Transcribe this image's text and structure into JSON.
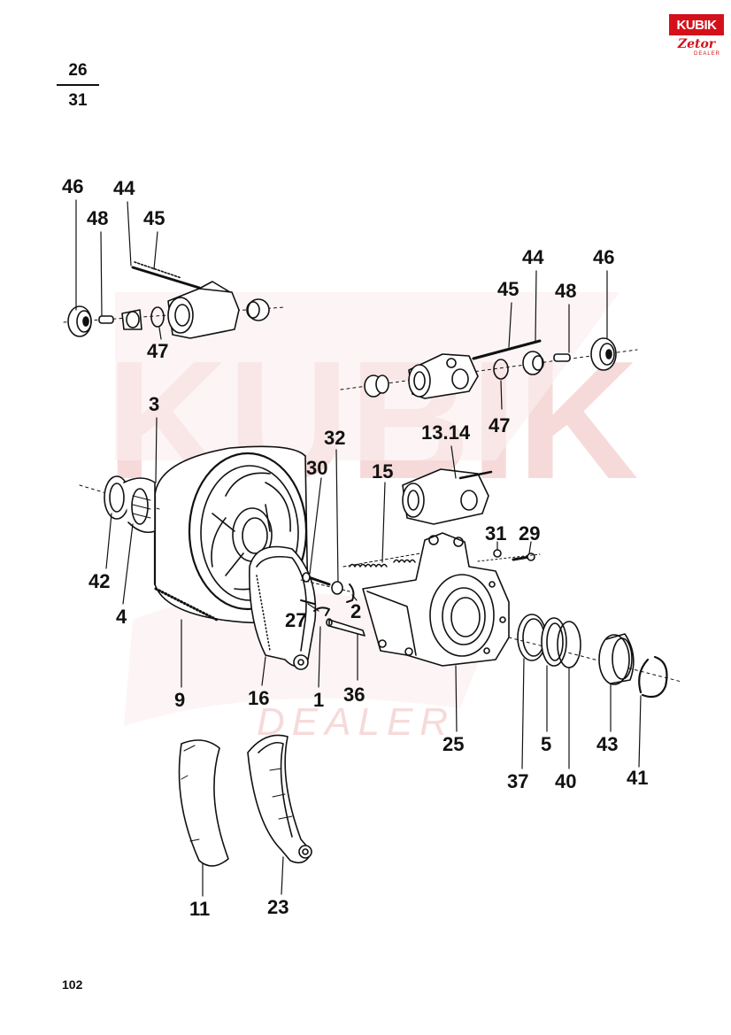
{
  "figure": {
    "ref_numerator": "26",
    "ref_denominator": "31",
    "page_number": "102"
  },
  "logo": {
    "top_text": "KUBIK",
    "bottom_text": "Zetor",
    "sub_text": "DEALER",
    "accent_color": "#d4111b"
  },
  "watermark": {
    "text": "KUBIK",
    "sub_text": "DEALER",
    "color": "#f6dada"
  },
  "callouts": [
    {
      "id": "c46a",
      "text": "46"
    },
    {
      "id": "c44a",
      "text": "44"
    },
    {
      "id": "c48a",
      "text": "48"
    },
    {
      "id": "c45a",
      "text": "45"
    },
    {
      "id": "c47a",
      "text": "47"
    },
    {
      "id": "c44b",
      "text": "44"
    },
    {
      "id": "c46b",
      "text": "46"
    },
    {
      "id": "c45b",
      "text": "45"
    },
    {
      "id": "c48b",
      "text": "48"
    },
    {
      "id": "c47b",
      "text": "47"
    },
    {
      "id": "c3",
      "text": "3"
    },
    {
      "id": "c32",
      "text": "32"
    },
    {
      "id": "c1314",
      "text": "13.14"
    },
    {
      "id": "c30",
      "text": "30"
    },
    {
      "id": "c15",
      "text": "15"
    },
    {
      "id": "c31",
      "text": "31"
    },
    {
      "id": "c29",
      "text": "29"
    },
    {
      "id": "c42",
      "text": "42"
    },
    {
      "id": "c4",
      "text": "4"
    },
    {
      "id": "c27",
      "text": "27"
    },
    {
      "id": "c2",
      "text": "2"
    },
    {
      "id": "c9",
      "text": "9"
    },
    {
      "id": "c16",
      "text": "16"
    },
    {
      "id": "c1",
      "text": "1"
    },
    {
      "id": "c36",
      "text": "36"
    },
    {
      "id": "c25",
      "text": "25"
    },
    {
      "id": "c37",
      "text": "37"
    },
    {
      "id": "c5",
      "text": "5"
    },
    {
      "id": "c40",
      "text": "40"
    },
    {
      "id": "c43",
      "text": "43"
    },
    {
      "id": "c41",
      "text": "41"
    },
    {
      "id": "c11",
      "text": "11"
    },
    {
      "id": "c23",
      "text": "23"
    }
  ]
}
